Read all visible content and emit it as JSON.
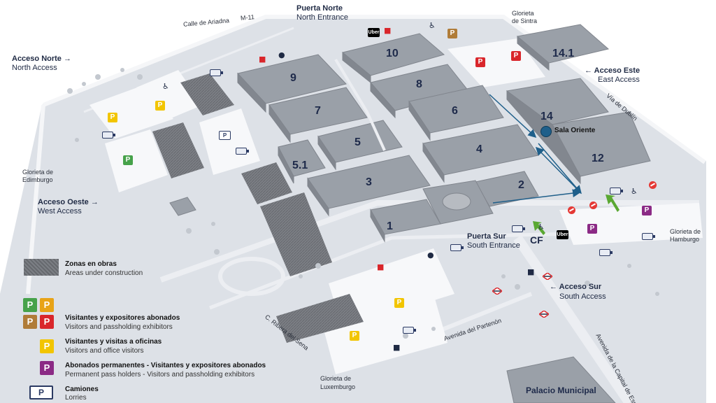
{
  "map": {
    "entrances": {
      "north": {
        "es": "Puerta Norte",
        "en": "North Entrance"
      },
      "south": {
        "es": "Puerta Sur",
        "en": "South Entrance"
      }
    },
    "access": {
      "north": {
        "es": "Acceso Norte",
        "en": "North Access",
        "arrow": "→"
      },
      "east": {
        "es": "Acceso Este",
        "en": "East Access",
        "arrow": "←"
      },
      "west": {
        "es": "Acceso Oeste",
        "en": "West Access",
        "arrow": "→"
      },
      "south": {
        "es": "Acceso Sur",
        "en": "South Access",
        "arrow": "←"
      }
    },
    "roads": {
      "ariadna": "Calle de Ariadna",
      "m11": "M-11",
      "dublin": "Vía de Dublín",
      "partenon": "Avenida del Partenón",
      "ribera": "C. Ribera del Sena",
      "capital": "Avenida de la Capital de España"
    },
    "glorietas": {
      "sintra": [
        "Glorieta",
        "de Sintra"
      ],
      "edimburgo": [
        "Glorieta de",
        "Edimburgo"
      ],
      "hamburgo": [
        "Glorieta de",
        "Hamburgo"
      ],
      "luxemburgo": [
        "Glorieta de",
        "Luxemburgo"
      ]
    },
    "halls": [
      "1",
      "2",
      "3",
      "4",
      "5",
      "5.1",
      "6",
      "7",
      "8",
      "9",
      "10",
      "12",
      "14",
      "14.1"
    ],
    "sala_oriente": "Sala Oriente",
    "palacio": "Palacio Municipal",
    "cf": "CF",
    "uber": "Uber",
    "parking_letter": "P",
    "lorries_icon_text": "P"
  },
  "legend": {
    "construction": {
      "es": "Zonas en obras",
      "en": "Areas under construction"
    },
    "visitors_pass": {
      "es": "Visitantes y expositores abonados",
      "en": "Visitors and passholding exhibitors"
    },
    "office": {
      "es": "Visitantes y visitas a oficinas",
      "en": "Visitors and office visitors"
    },
    "permanent": {
      "es": "Abonados permanentes - Visitantes y expositores abonados",
      "en": "Permanent pass holders - Visitors and passholding exhibitors"
    },
    "lorries": {
      "es": "Camiones",
      "en": "Lorries"
    }
  },
  "colors": {
    "parking_green": "#46a24a",
    "parking_orange": "#e8a317",
    "parking_brown": "#b07c38",
    "parking_red": "#d9262b",
    "parking_yellow": "#f2c500",
    "parking_purple": "#8b2a85",
    "route_arrow": "#1f5f8a",
    "highlight_arrow": "#5aa832",
    "building": "#9aa0a8",
    "ground": "#dde1e7"
  },
  "icons": [
    "wheelchair-icon",
    "bus-icon",
    "taxi-icon",
    "ev-charger-icon",
    "metro-icon",
    "no-entry-icon",
    "uber-icon",
    "lorry-parking-icon"
  ]
}
